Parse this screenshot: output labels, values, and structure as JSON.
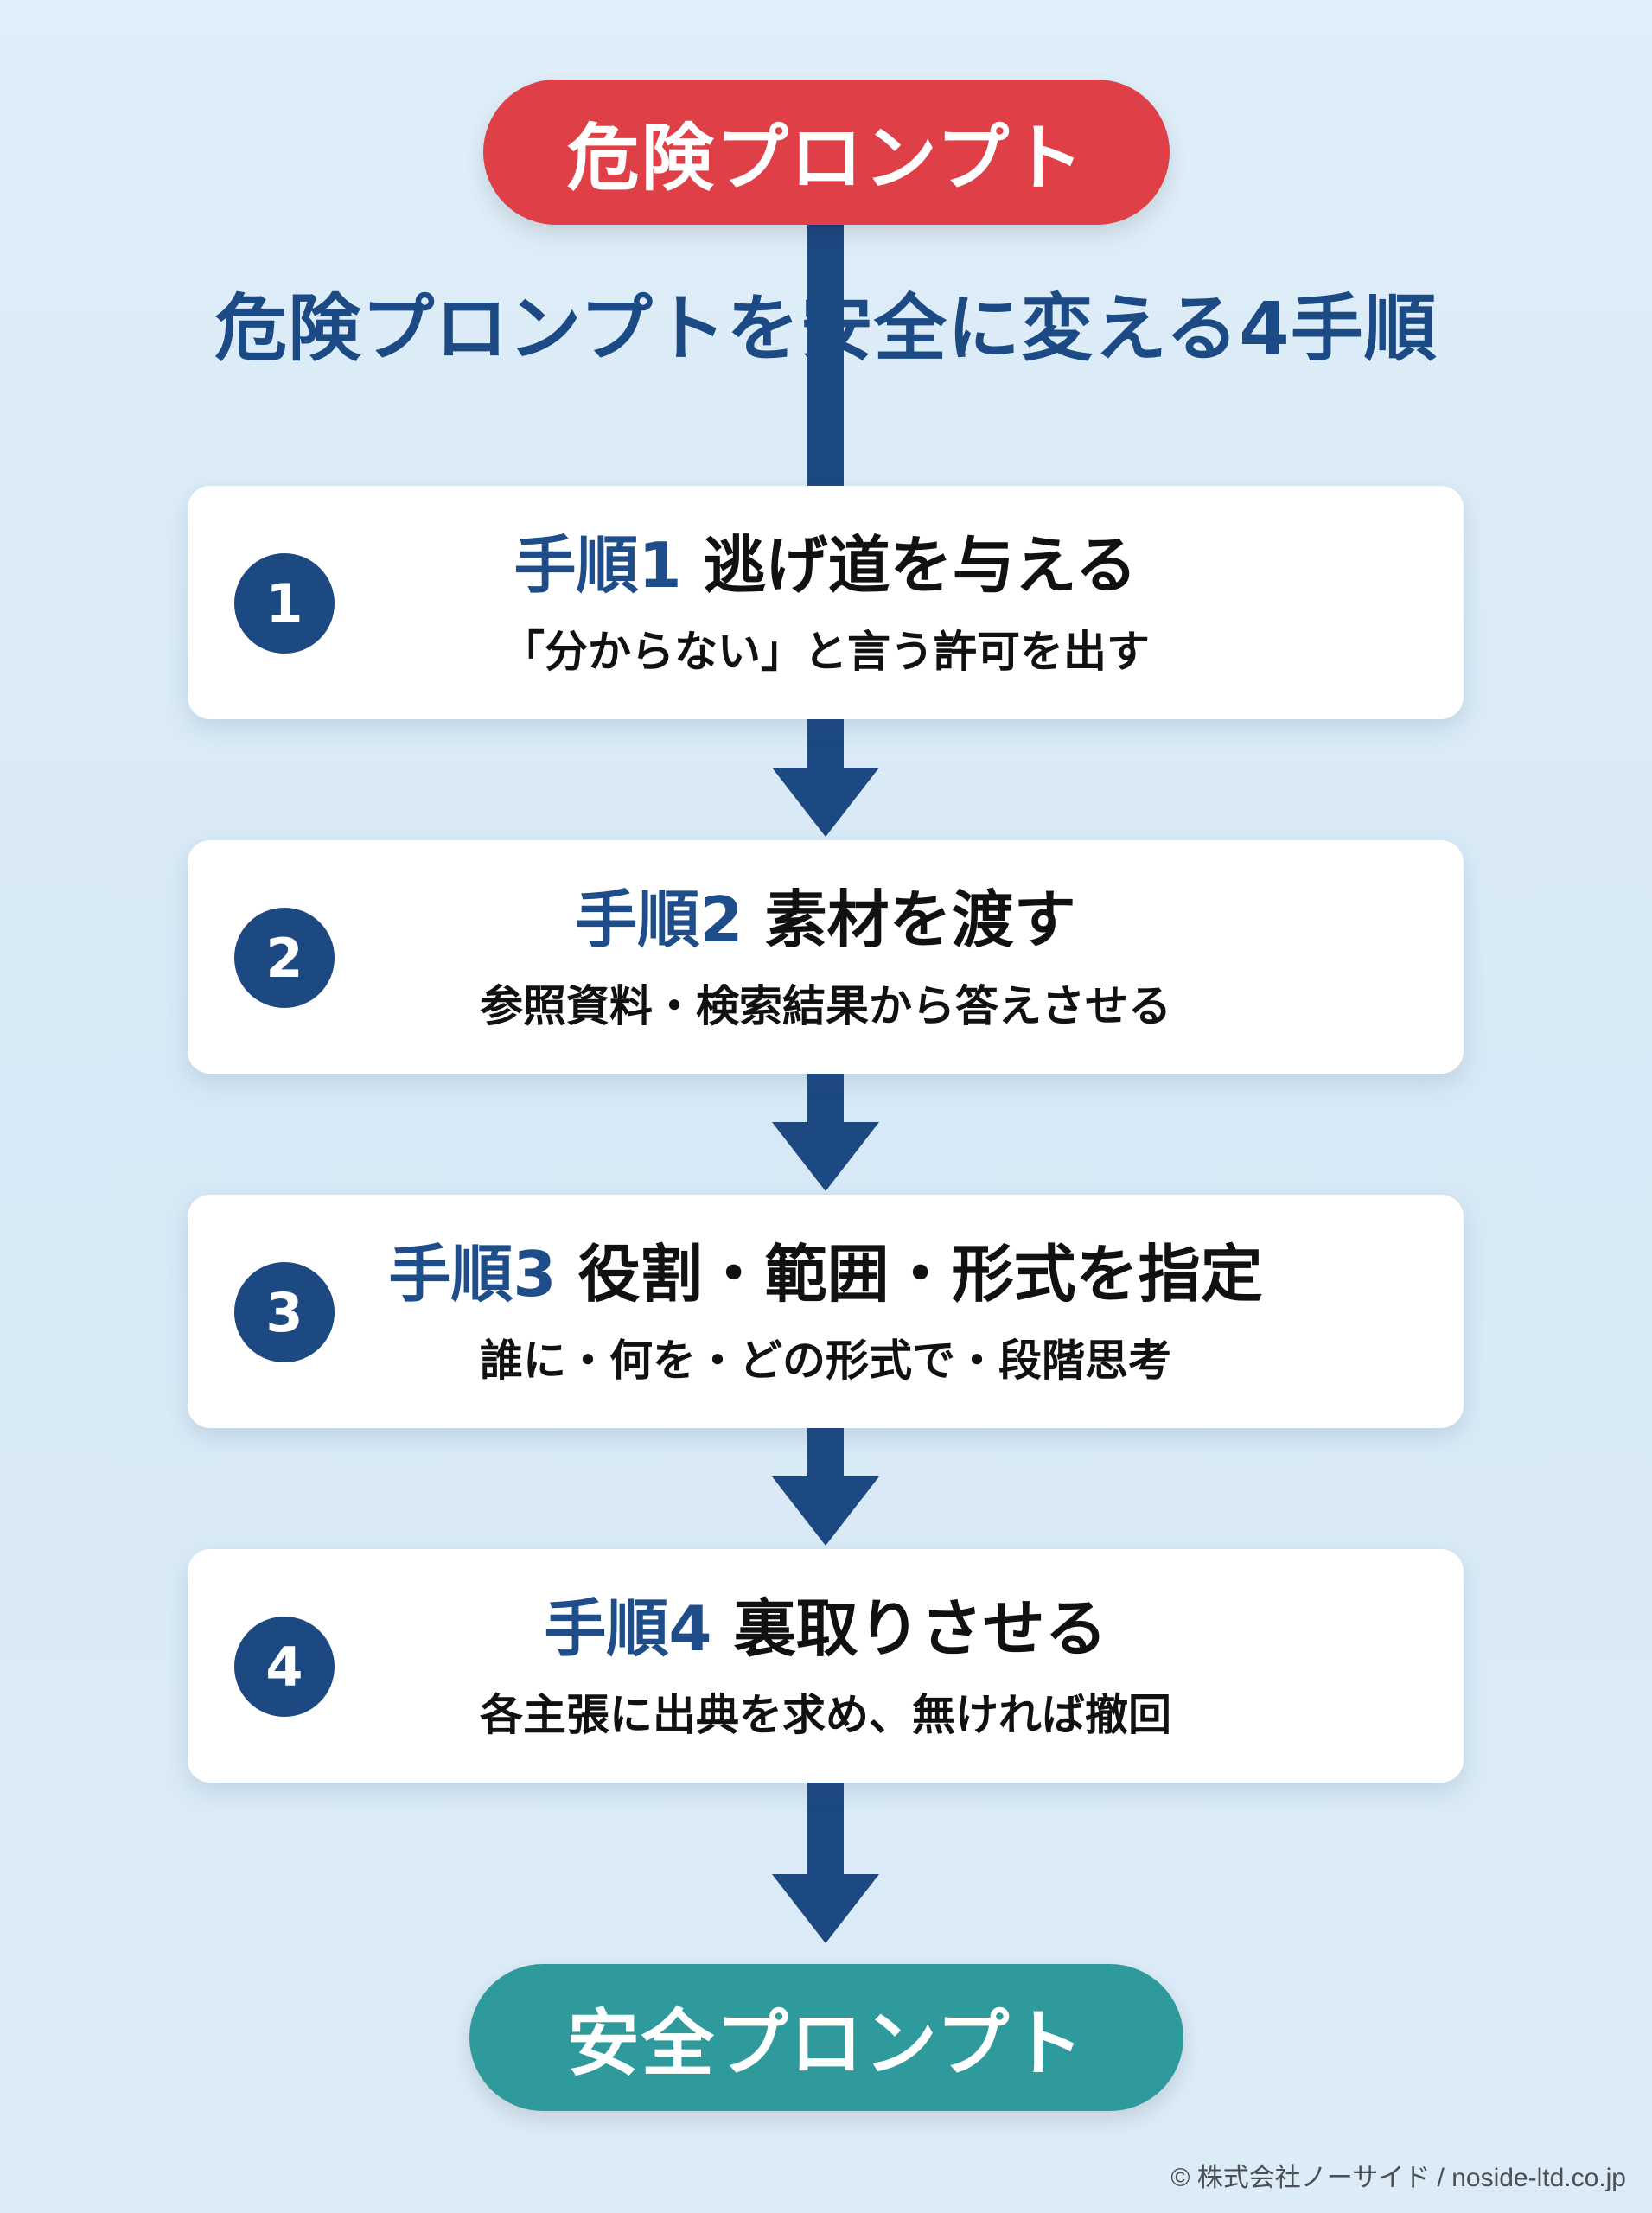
{
  "start_label": "危険プロンプト",
  "title": "危険プロンプトを安全に変える4手順",
  "steps": [
    {
      "number": "1",
      "label": "手順1",
      "title": "逃げ道を与える",
      "description": "「分からない」と言う許可を出す"
    },
    {
      "number": "2",
      "label": "手順2",
      "title": "素材を渡す",
      "description": "参照資料・検索結果から答えさせる"
    },
    {
      "number": "3",
      "label": "手順3",
      "title": "役割・範囲・形式を指定",
      "description": "誰に・何を・どの形式で・段階思考"
    },
    {
      "number": "4",
      "label": "手順4",
      "title": "裏取りさせる",
      "description": "各主張に出典を求め、無ければ撤回"
    }
  ],
  "end_label": "安全プロンプト",
  "credit": "© 株式会社ノーサイド / noside-ltd.co.jp",
  "colors": {
    "start": "#df3f47",
    "end": "#2f9a9c",
    "primary": "#1d4983"
  }
}
